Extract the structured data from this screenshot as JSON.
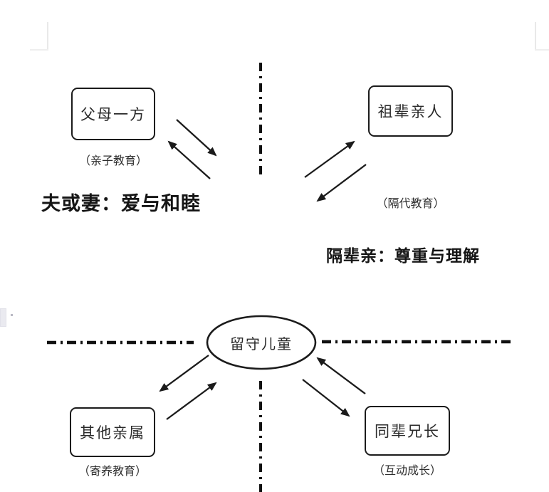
{
  "diagram": {
    "title_hint": "left-behind children support network diagram",
    "center_node": {
      "label": "留守儿童"
    },
    "nodes": [
      {
        "id": "parent",
        "label": "父母一方",
        "caption": "（亲子教育）"
      },
      {
        "id": "grandparent",
        "label": "祖辈亲人",
        "caption": "（隔代教育）"
      },
      {
        "id": "other-relatives",
        "label": "其他亲属",
        "caption": "（寄养教育）"
      },
      {
        "id": "peer-elder",
        "label": "同辈兄长",
        "caption": "（互动成长）"
      }
    ],
    "statements": [
      {
        "id": "spouse",
        "text": "夫或妻：爱与和睦"
      },
      {
        "id": "grandgen",
        "text": "隔辈亲：尊重与理解"
      }
    ],
    "colors": {
      "ink": "#1b1b1b",
      "background": "#ffffff"
    }
  }
}
